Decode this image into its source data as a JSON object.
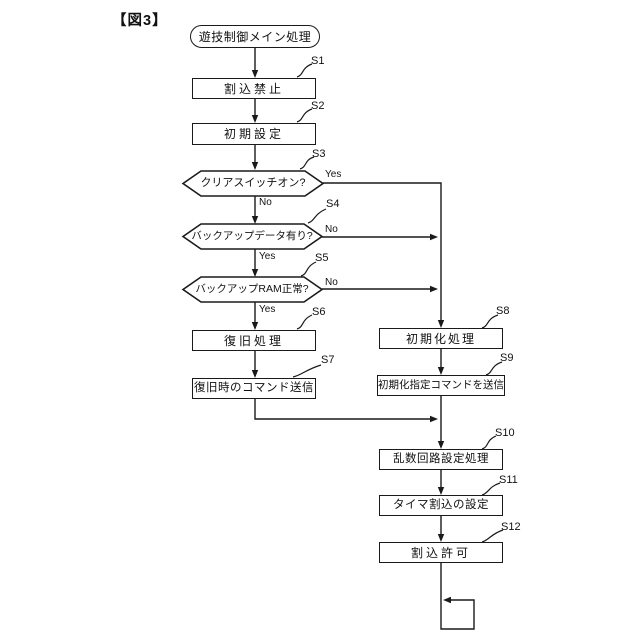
{
  "figure_title": "【図3】",
  "flowchart": {
    "start_label": "遊技制御メイン処理",
    "steps": [
      {
        "id": "S1",
        "label": "割込禁止",
        "type": "process"
      },
      {
        "id": "S2",
        "label": "初期設定",
        "type": "process"
      },
      {
        "id": "S3",
        "label": "クリアスイッチオン?",
        "type": "decision",
        "yes": "Yes",
        "no": "No"
      },
      {
        "id": "S4",
        "label": "バックアップデータ有り?",
        "type": "decision",
        "yes": "Yes",
        "no": "No"
      },
      {
        "id": "S5",
        "label": "バックアップRAM正常?",
        "type": "decision",
        "yes": "Yes",
        "no": "No"
      },
      {
        "id": "S6",
        "label": "復旧処理",
        "type": "process"
      },
      {
        "id": "S7",
        "label": "復旧時のコマンド送信",
        "type": "process"
      },
      {
        "id": "S8",
        "label": "初期化処理",
        "type": "process"
      },
      {
        "id": "S9",
        "label": "初期化指定コマンドを送信",
        "type": "process"
      },
      {
        "id": "S10",
        "label": "乱数回路設定処理",
        "type": "process"
      },
      {
        "id": "S11",
        "label": "タイマ割込の設定",
        "type": "process"
      },
      {
        "id": "S12",
        "label": "割込許可",
        "type": "process"
      }
    ]
  },
  "colors": {
    "line": "#1a1a1a",
    "background": "#ffffff",
    "text": "#111111"
  }
}
